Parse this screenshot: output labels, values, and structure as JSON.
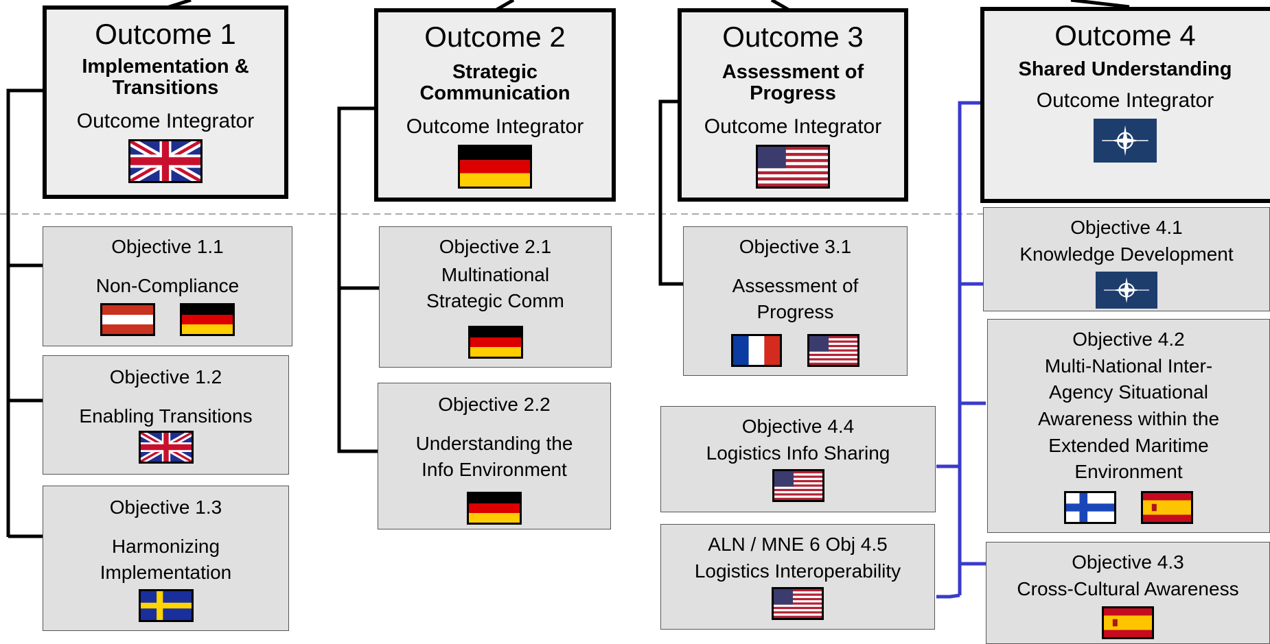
{
  "colors": {
    "outcome_bg": "#ededed",
    "objective_bg": "#e0e0e0",
    "connector": "#000000",
    "connector_outcome4": "#3a3acc",
    "divider": "#aaaaaa"
  },
  "outcomes": [
    {
      "title": "Outcome 1",
      "subtitle": "Implementation & Transitions",
      "role": "Outcome Integrator",
      "flag": "uk-flag"
    },
    {
      "title": "Outcome 2",
      "subtitle": "Strategic Communication",
      "role": "Outcome Integrator",
      "flag": "germany-flag"
    },
    {
      "title": "Outcome 3",
      "subtitle": "Assessment of Progress",
      "role": "Outcome Integrator",
      "flag": "usa-flag"
    },
    {
      "title": "Outcome 4",
      "subtitle": "Shared Understanding",
      "role": "Outcome Integrator",
      "flag": "nato-flag"
    }
  ],
  "objectives": {
    "o1_1": {
      "title": "Objective 1.1",
      "name": "Non-Compliance",
      "flags": [
        "austria-flag",
        "germany-flag"
      ]
    },
    "o1_2": {
      "title": "Objective 1.2",
      "name": "Enabling Transitions",
      "flags": [
        "uk-flag"
      ]
    },
    "o1_3": {
      "title": "Objective 1.3",
      "name_lines": [
        "Harmonizing",
        "Implementation"
      ],
      "flags": [
        "sweden-flag"
      ]
    },
    "o2_1": {
      "title": "Objective 2.1",
      "name_lines": [
        "Multinational",
        "Strategic Comm"
      ],
      "flags": [
        "germany-flag"
      ]
    },
    "o2_2": {
      "title": "Objective 2.2",
      "name_lines": [
        "Understanding the",
        "Info Environment"
      ],
      "flags": [
        "germany-flag"
      ]
    },
    "o3_1": {
      "title": "Objective 3.1",
      "name_lines": [
        "Assessment of",
        "Progress"
      ],
      "flags": [
        "france-flag",
        "usa-flag"
      ]
    },
    "o4_1": {
      "title": "Objective 4.1",
      "name": "Knowledge Development",
      "flags": [
        "nato-flag"
      ]
    },
    "o4_2": {
      "title": "Objective 4.2",
      "name_lines": [
        "Multi-National Inter-",
        "Agency Situational",
        "Awareness within the",
        "Extended Maritime",
        "Environment"
      ],
      "flags": [
        "finland-flag",
        "spain-flag"
      ]
    },
    "o4_3": {
      "title": "Objective 4.3",
      "name": "Cross-Cultural Awareness",
      "flags": [
        "spain-flag"
      ]
    },
    "o4_4": {
      "title": "Objective 4.4",
      "name": "Logistics Info Sharing",
      "flags": [
        "usa-flag"
      ]
    },
    "o4_5": {
      "title": "ALN / MNE 6 Obj 4.5",
      "name": "Logistics Interoperability",
      "flags": [
        "usa-flag"
      ]
    }
  }
}
